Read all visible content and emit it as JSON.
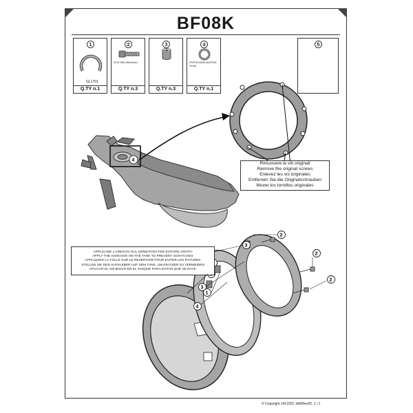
{
  "title": "BF08K",
  "parts": [
    {
      "number": "1",
      "name_lines": [
        "",
        ""
      ],
      "code": "GL1701",
      "qty": "Q.TY n.1",
      "icon": "retaining-ring-icon"
    },
    {
      "number": "2",
      "name_lines": [
        "VITE TBEI M5x30mm",
        "",
        "",
        ""
      ],
      "code": "",
      "qty": "Q.TY n.3",
      "icon": "screw-icon"
    },
    {
      "number": "3",
      "name_lines": [
        "",
        "",
        "",
        "",
        "",
        ""
      ],
      "code": "",
      "qty": "Q.TY n.3",
      "icon": "spacer-icon"
    },
    {
      "number": "4",
      "name_lines": [
        "PROTEZIONE ADESIVA",
        "Z2164",
        "",
        "",
        "",
        ""
      ],
      "code": "",
      "qty": "Q.TY n.1",
      "icon": "adhesive-ring-icon"
    },
    {
      "number": "5",
      "name_lines": [
        "",
        "",
        "",
        "",
        "",
        "",
        "",
        ""
      ],
      "icon": "info-icon"
    }
  ],
  "callout_screws": [
    "Rimuovere le viti originali",
    "Remove the original screws",
    "Enlevez  les vis originales",
    "Entfernen Sie die Originalschrauben",
    "Mover los tornillos originales"
  ],
  "callout_adhesive": [
    "APPLICARE L'ADESIVO SUL SERBATOIO PER EVITARE GRAFFI",
    "APPLY THE ADHESIVE ON THE TANK TO PREVENT SCRATCHES",
    "APPLIQUER LA COLLE SUR LE RESERVOIR POUR EVITER LES RAYURES",
    "STELLEN SIE DEN AUFKLEBER AUF DEM TANK, UM KRATZER ZU VERMEIDEN",
    "APLICAR EL ADHESIVO EN EL TANQUE PARA EVITAR QUE SE RAYE"
  ],
  "diagram_labels": {
    "tank_adhesive": "4",
    "screw_top": "2",
    "screw_right_upper": "2",
    "screw_right_lower": "2",
    "spacer_top": "3",
    "spacer_left_upper": "3",
    "spacer_left_lower": "3",
    "ring_left": "1",
    "adhesive_left": "4"
  },
  "footer": "© Copyright 1412201 1ARRev00,  1 / 1",
  "colors": {
    "line": "#333333",
    "fill_gray": "#9a9a9a",
    "fill_light": "#cfcfcf",
    "fill_dark": "#6b6b6b"
  }
}
